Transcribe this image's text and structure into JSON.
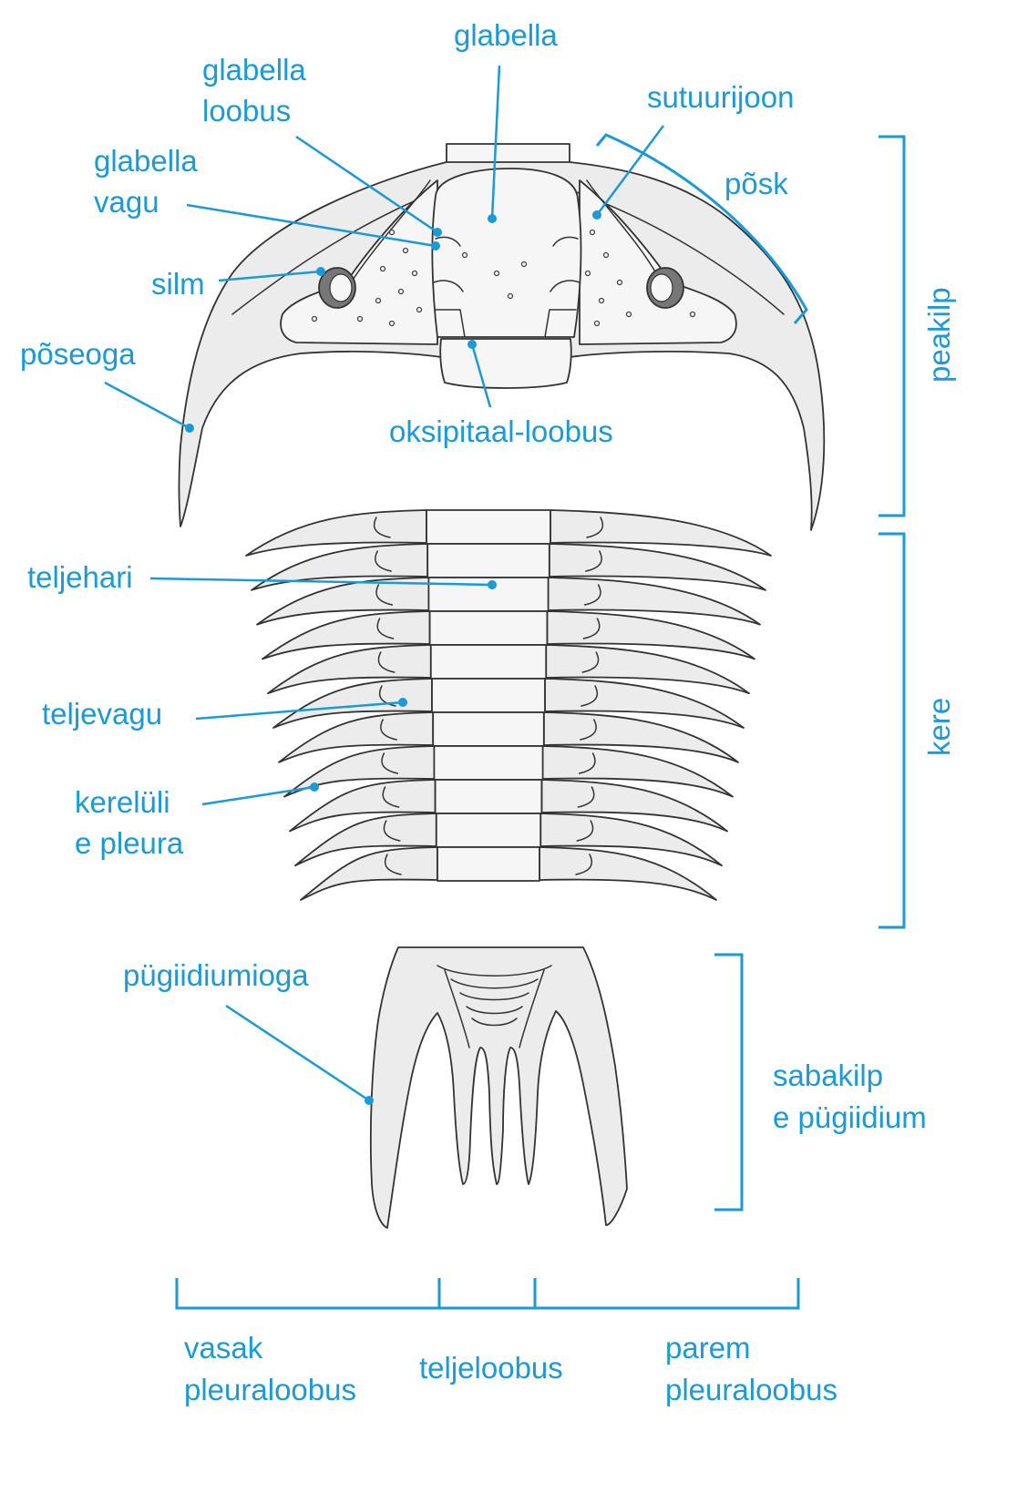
{
  "labels": {
    "glabella": "glabella",
    "glabella_loobus_1": "glabella",
    "glabella_loobus_2": "loobus",
    "glabella_vagu_1": "glabella",
    "glabella_vagu_2": "vagu",
    "silm": "silm",
    "poseoga": "põseoga",
    "oksipitaal_loobus": "oksipitaal-loobus",
    "sutuurijoon": "sutuurijoon",
    "posk": "põsk",
    "peakilp": "peakilp",
    "kere": "kere",
    "teljehari": "teljehari",
    "teljevagu": "teljevagu",
    "kereluli_1": "kerelüli",
    "kereluli_2": "e pleura",
    "pugiidiumioga": "pügiidiumioga",
    "sabakilp_1": "sabakilp",
    "sabakilp_2": "e pügiidium",
    "vasak_1": "vasak",
    "vasak_2": "pleuraloobus",
    "teljeloobus": "teljeloobus",
    "parem_1": "parem",
    "parem_2": "pleuraloobus"
  },
  "colors": {
    "label": "#1a9ad6",
    "outline": "#333333",
    "body": "#ececec"
  }
}
